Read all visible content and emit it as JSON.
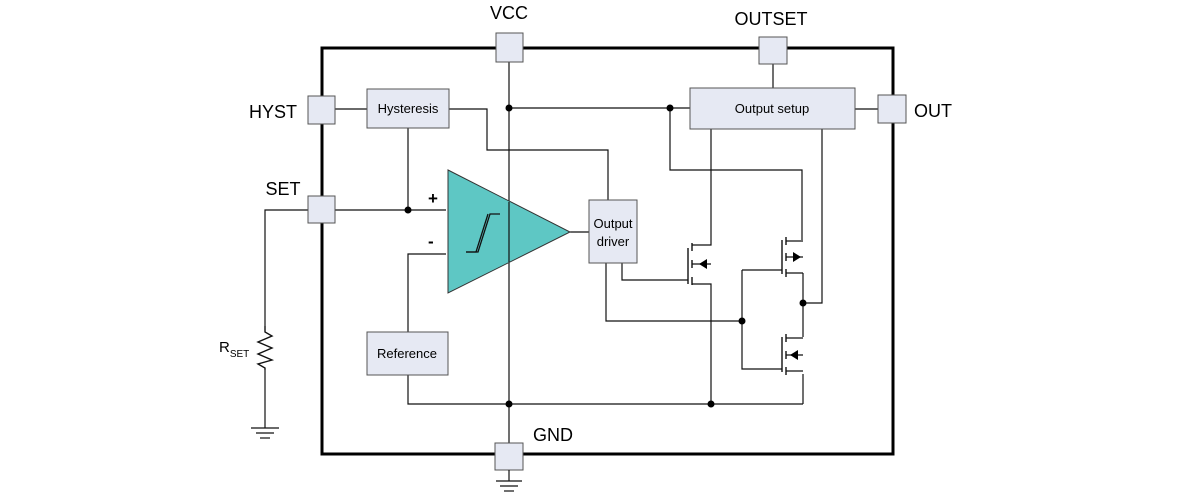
{
  "pins": {
    "vcc": "VCC",
    "outset": "OUTSET",
    "hyst": "HYST",
    "set": "SET",
    "out": "OUT",
    "gnd": "GND"
  },
  "blocks": {
    "hysteresis": "Hysteresis",
    "output_setup": "Output setup",
    "output_driver_line1": "Output",
    "output_driver_line2": "driver",
    "reference": "Reference"
  },
  "comparator": {
    "plus": "+",
    "minus": "-"
  },
  "external": {
    "resistor_main": "R",
    "resistor_sub": "SET"
  },
  "colors": {
    "comparator_fill": "#5ec7c4",
    "block_fill": "#e6e9f3",
    "chip_border": "#000000"
  }
}
